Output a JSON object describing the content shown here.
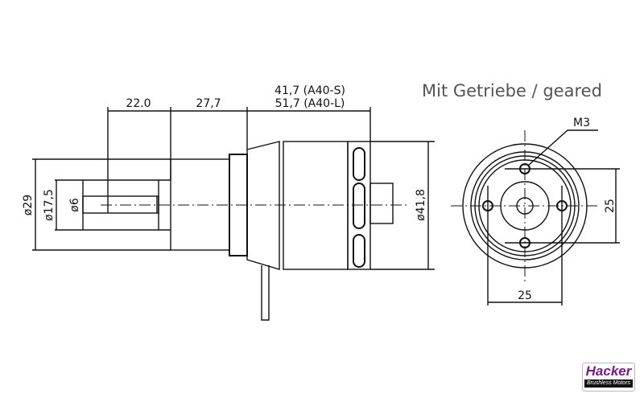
{
  "title": "Mit Getriebe / geared",
  "side_view": {
    "dim_shaft_length": "22.0",
    "dim_gearbox_length": "27,7",
    "dim_motor_length_s": "41,7 (A40-S)",
    "dim_motor_length_l": "51,7 (A40-L)",
    "dia_gearbox": "ø29",
    "dia_collar": "ø17,5",
    "dia_shaft": "ø6",
    "dia_motor": "ø41,8"
  },
  "front_view": {
    "thread_label": "M3",
    "hole_spacing_vertical": "25",
    "hole_spacing_horizontal": "25"
  },
  "logo": {
    "brand": "Hacker",
    "tagline": "Brushless Motors"
  }
}
